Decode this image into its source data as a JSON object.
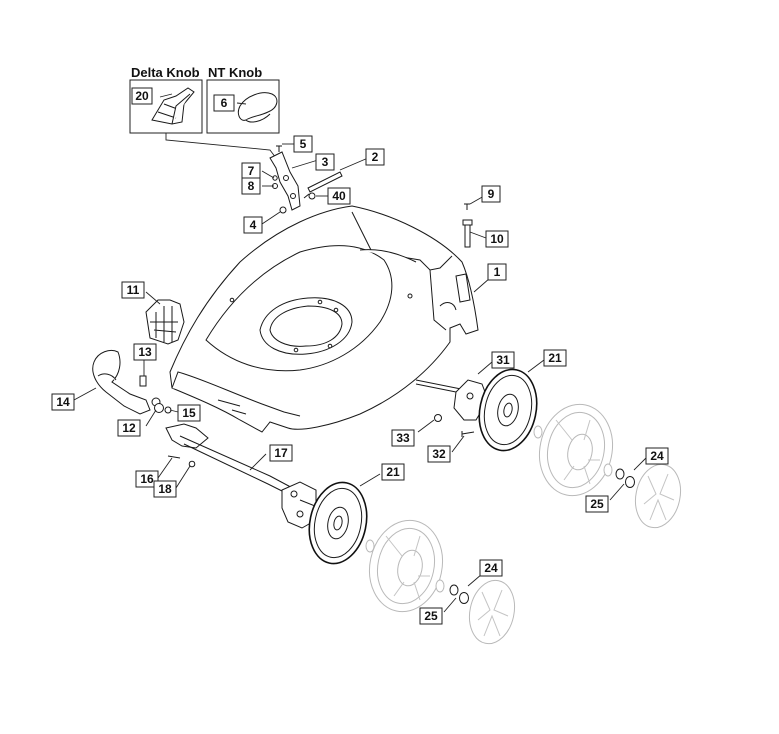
{
  "knob_panels": {
    "delta_title": "Delta Knob",
    "nt_title": "NT Knob"
  },
  "callouts": {
    "c20": "20",
    "c6": "6",
    "c5": "5",
    "c3": "3",
    "c2": "2",
    "c7": "7",
    "c8": "8",
    "c40": "40",
    "c4": "4",
    "c9": "9",
    "c10": "10",
    "c1": "1",
    "c11": "11",
    "c13": "13",
    "c14": "14",
    "c15": "15",
    "c12": "12",
    "c31": "31",
    "c21a": "21",
    "c33": "33",
    "c32": "32",
    "c24a": "24",
    "c25a": "25",
    "c17": "17",
    "c16": "16",
    "c18": "18",
    "c21b": "21",
    "c24b": "24",
    "c25b": "25"
  }
}
